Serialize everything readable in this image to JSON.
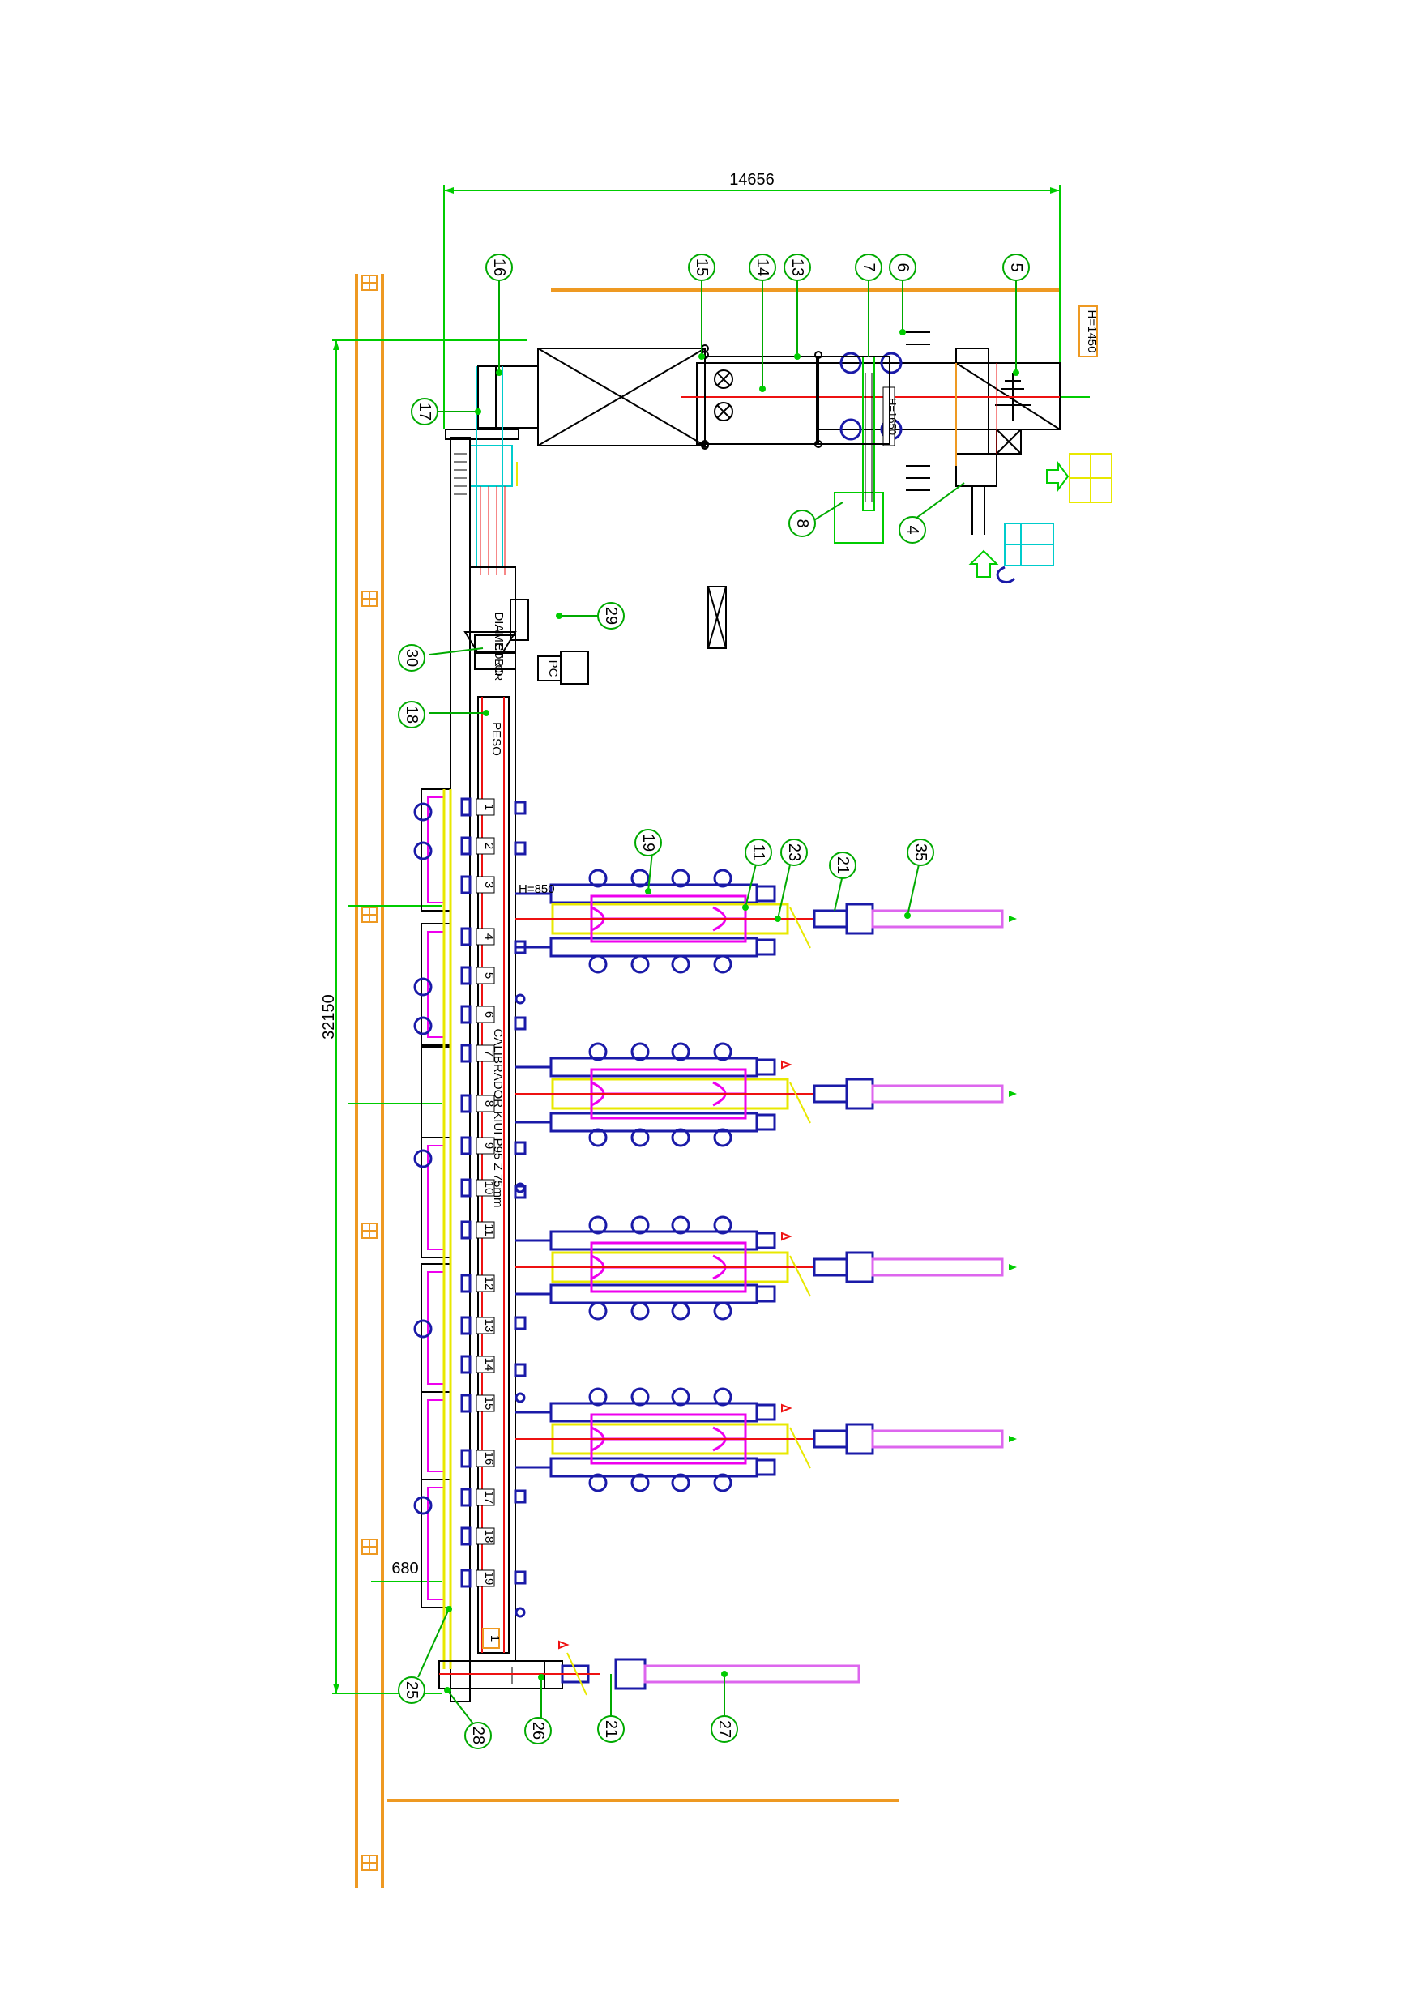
{
  "dimensions": {
    "overall_width": "14656",
    "overall_length": "32150",
    "offset": "680"
  },
  "height_marks": {
    "inlet": "H=1450",
    "elevator": "H=1650",
    "manifold": "H=850"
  },
  "labels": {
    "diametro": "DIAMETRO",
    "color": "COLOR",
    "pc": "PC",
    "peso": "PESO",
    "calibrador": "CALIBRADOR KIUI P95 Z 75mm",
    "bin_end": "1"
  },
  "callouts": {
    "c16": "16",
    "c15": "15",
    "c14": "14",
    "c13": "13",
    "c7": "7",
    "c6": "6",
    "c5": "5",
    "c17": "17",
    "c8": "8",
    "c4": "4",
    "c29": "29",
    "c30": "30",
    "c18": "18",
    "c19": "19",
    "c11": "11",
    "c23": "23",
    "c21a": "21",
    "c35": "35",
    "c25": "25",
    "c28": "28",
    "c26": "26",
    "c21b": "21",
    "c27": "27"
  },
  "outlets": [
    "1",
    "2",
    "3",
    "4",
    "5",
    "6",
    "7",
    "8",
    "9",
    "10",
    "11",
    "12",
    "13",
    "14",
    "15",
    "16",
    "17",
    "18",
    "19"
  ],
  "colors": {
    "frame": "#1a1aa8",
    "red_line": "#ee1111",
    "magenta": "#ee00ee",
    "yellow": "#e8e800",
    "green": "#00cc00",
    "orange": "#ee9922",
    "cyan": "#00cccc",
    "pink_conveyor": "#dd66ee"
  }
}
